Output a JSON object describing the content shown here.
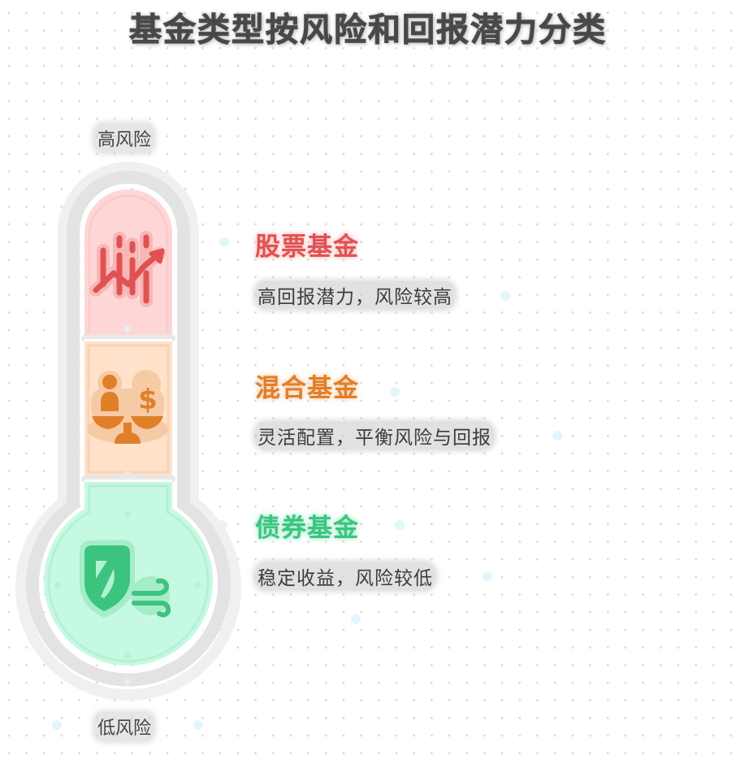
{
  "title": "基金类型按风险和回报潜力分类",
  "axis": {
    "top_label": "高风险",
    "bottom_label": "低风险"
  },
  "funds": [
    {
      "name": "股票基金",
      "description": "高回报潜力，风险较高",
      "icon": "stock-chart-arrow-up-icon",
      "color": "#e05252",
      "fill": "#ffd6d6",
      "glow": "#f8c3c3"
    },
    {
      "name": "混合基金",
      "description": "灵活配置，平衡风险与回报",
      "icon": "balance-scale-person-dollar-icon",
      "color": "#e07f2a",
      "fill": "#ffe2c9",
      "glow": "#f7d3b3"
    },
    {
      "name": "债券基金",
      "description": "稳定收益，风险较低",
      "icon": "shield-wind-icon",
      "color": "#3cc47e",
      "fill": "#c6f9e2",
      "glow": "#a9eccd"
    }
  ],
  "colors": {
    "title": "#444444",
    "thermometer_outline": "#e6e6e6",
    "background_dot": "#dcdcdc"
  }
}
